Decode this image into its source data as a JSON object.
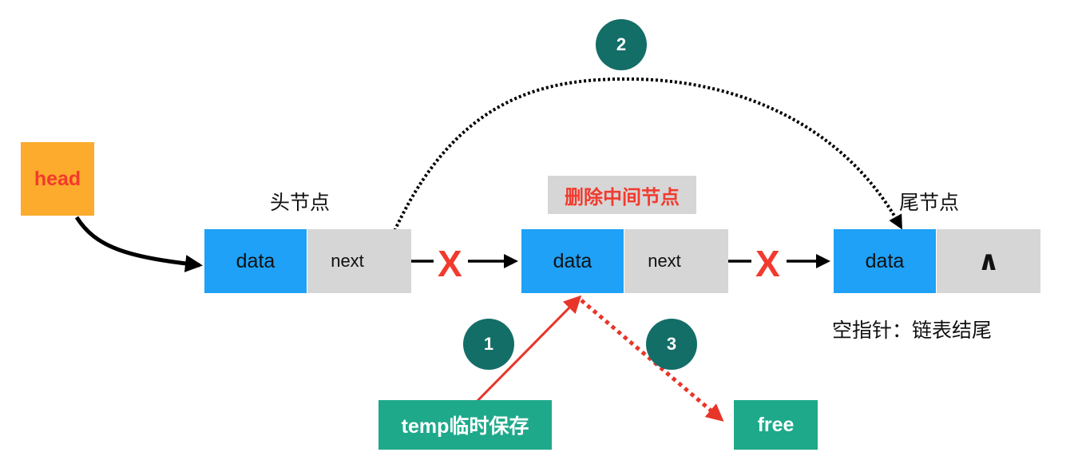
{
  "title_labels": {
    "head_node": "头节点",
    "middle_node": "删除中间节点",
    "tail_node": "尾节点",
    "null_pointer_note": "空指针：链表结尾"
  },
  "head_pointer": {
    "label": "head",
    "color": "#fcab2c",
    "text_color": "#f23a2e"
  },
  "nodes": [
    {
      "data": "data",
      "next": "next",
      "role": "head"
    },
    {
      "data": "data",
      "next": "next",
      "role": "deleted-middle"
    },
    {
      "data": "data",
      "next": "∧",
      "role": "tail"
    }
  ],
  "broken_link_mark": "X",
  "steps": [
    {
      "number": "1",
      "action": "temp临时保存"
    },
    {
      "number": "2",
      "action": "head.next → tail"
    },
    {
      "number": "3",
      "action": "free"
    }
  ],
  "temp_box": {
    "label": "temp临时保存"
  },
  "free_box": {
    "label": "free"
  },
  "colors": {
    "data_cell": "#1ea1f6",
    "next_cell": "#d6d6d6",
    "step_circle": "#136e67",
    "action_box": "#1ea98a",
    "red": "#f23a2e"
  }
}
